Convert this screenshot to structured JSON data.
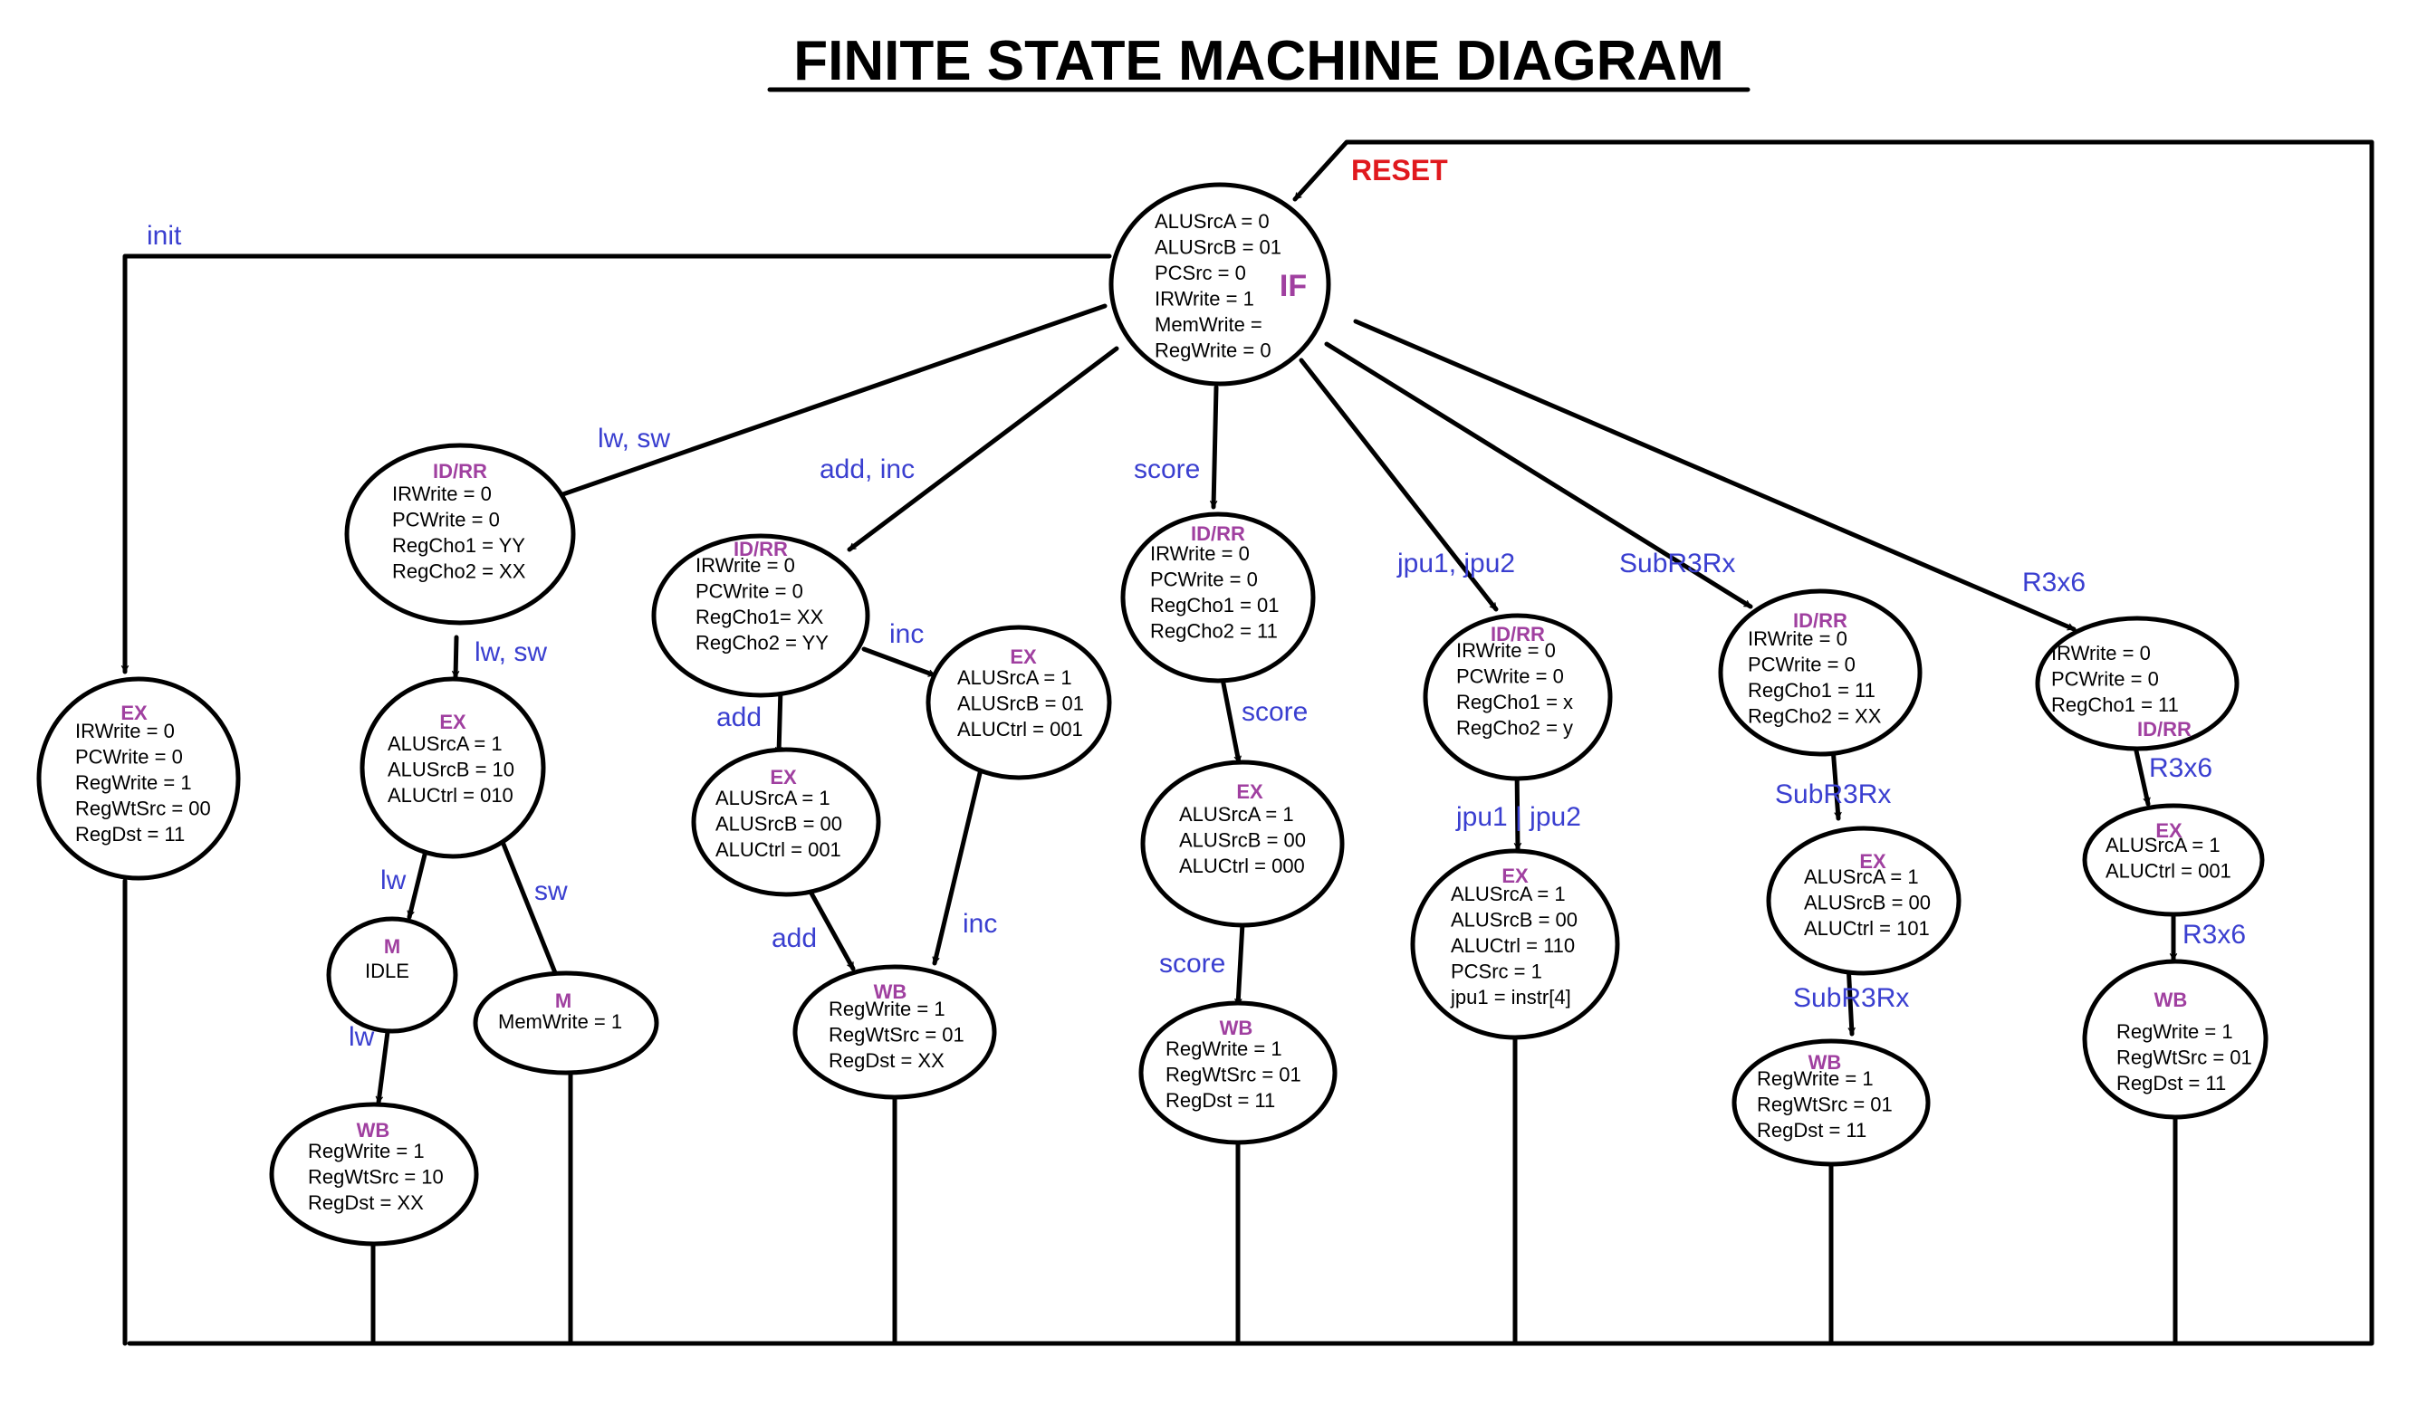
{
  "title": "FINITE STATE MACHINE DIAGRAM",
  "reset_label": "RESET",
  "colors": {
    "state_name": "#a040a0",
    "edge_label": "#3a3fd0",
    "reset": "#e0191e",
    "line": "#000000"
  },
  "states": {
    "if": {
      "name": "IF",
      "lines": [
        "ALUSrcA = 0",
        "ALUSrcB = 01",
        "PCSrc = 0",
        "IRWrite = 1",
        "MemWrite =",
        "RegWrite = 0"
      ]
    },
    "init_ex": {
      "name": "EX",
      "lines": [
        "IRWrite = 0",
        "PCWrite = 0",
        "RegWrite = 1",
        "RegWtSrc = 00",
        "RegDst = 11"
      ]
    },
    "lwsw_id": {
      "name": "ID/RR",
      "lines": [
        "IRWrite = 0",
        "PCWrite = 0",
        "RegCho1 = YY",
        "RegCho2 = XX"
      ]
    },
    "lwsw_ex": {
      "name": "EX",
      "lines": [
        "ALUSrcA = 1",
        "ALUSrcB = 10",
        "ALUCtrl = 010"
      ]
    },
    "lw_m": {
      "name": "M",
      "lines": [
        "IDLE"
      ]
    },
    "sw_m": {
      "name": "M",
      "lines": [
        "MemWrite = 1"
      ]
    },
    "lw_wb": {
      "name": "WB",
      "lines": [
        "RegWrite = 1",
        "RegWtSrc = 10",
        "RegDst = XX"
      ]
    },
    "addinc_id": {
      "name": "ID/RR",
      "lines": [
        "IRWrite = 0",
        "PCWrite = 0",
        "RegCho1= XX",
        "RegCho2 = YY"
      ]
    },
    "add_ex": {
      "name": "EX",
      "lines": [
        "ALUSrcA = 1",
        "ALUSrcB = 00",
        "ALUCtrl = 001"
      ]
    },
    "inc_ex": {
      "name": "EX",
      "lines": [
        "ALUSrcA = 1",
        "ALUSrcB = 01",
        "ALUCtrl = 001"
      ]
    },
    "addinc_wb": {
      "name": "WB",
      "lines": [
        "RegWrite = 1",
        "RegWtSrc = 01",
        "RegDst = XX"
      ]
    },
    "score_id": {
      "name": "ID/RR",
      "lines": [
        "IRWrite = 0",
        "PCWrite = 0",
        "RegCho1 = 01",
        "RegCho2 = 11"
      ]
    },
    "score_ex": {
      "name": "EX",
      "lines": [
        "ALUSrcA = 1",
        "ALUSrcB = 00",
        "ALUCtrl = 000"
      ]
    },
    "score_wb": {
      "name": "WB",
      "lines": [
        "RegWrite = 1",
        "RegWtSrc = 01",
        "RegDst = 11"
      ]
    },
    "jpu_id": {
      "name": "ID/RR",
      "lines": [
        "IRWrite = 0",
        "PCWrite = 0",
        "RegCho1 = x",
        "RegCho2 = y"
      ]
    },
    "jpu_ex": {
      "name": "EX",
      "lines": [
        "ALUSrcA = 1",
        "ALUSrcB = 00",
        "ALUCtrl = 110",
        "PCSrc = 1",
        "jpu1 = instr[4]"
      ]
    },
    "sub_id": {
      "name": "ID/RR",
      "lines": [
        "IRWrite = 0",
        "PCWrite = 0",
        "RegCho1 = 11",
        "RegCho2 = XX"
      ]
    },
    "sub_ex": {
      "name": "EX",
      "lines": [
        "ALUSrcA = 1",
        "ALUSrcB = 00",
        "ALUCtrl = 101"
      ]
    },
    "sub_wb": {
      "name": "WB",
      "lines": [
        "RegWrite = 1",
        "RegWtSrc = 01",
        "RegDst = 11"
      ]
    },
    "r3_id": {
      "name": "ID/RR",
      "lines": [
        "IRWrite = 0",
        "PCWrite = 0",
        "RegCho1 = 11"
      ]
    },
    "r3_ex": {
      "name": "EX",
      "lines": [
        "ALUSrcA = 1",
        "ALUCtrl = 001"
      ]
    },
    "r3_wb": {
      "name": "WB",
      "lines": [
        "RegWrite = 1",
        "RegWtSrc = 01",
        "RegDst = 11"
      ]
    }
  },
  "edge_labels": {
    "init": "init",
    "lw_sw_1": "lw, sw",
    "lw_sw_2": "lw, sw",
    "lw_1": "lw",
    "lw_2": "lw",
    "sw": "sw",
    "add_inc": "add, inc",
    "add_1": "add",
    "add_2": "add",
    "inc_1": "inc",
    "inc_2": "inc",
    "score_1": "score",
    "score_2": "score",
    "score_3": "score",
    "jpu_1": "jpu1, jpu2",
    "jpu_2": "jpu1 | jpu2",
    "sub_1": "SubR3Rx",
    "sub_2": "SubR3Rx",
    "sub_3": "SubR3Rx",
    "r3_1": "R3x6",
    "r3_2": "R3x6",
    "r3_3": "R3x6"
  }
}
